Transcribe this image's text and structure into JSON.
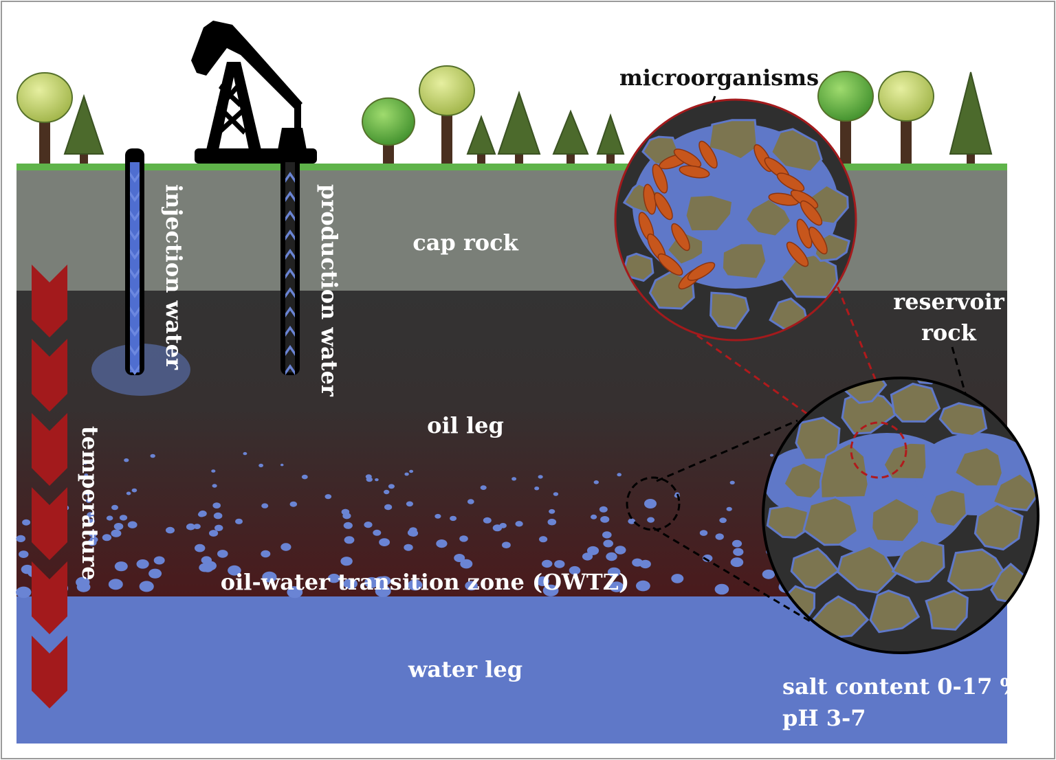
{
  "labels": {
    "microorganisms": "microorganisms",
    "injection_water": "injection water",
    "production_water": "production water",
    "cap_rock": "cap rock",
    "reservoir_rock_line1": "reservoir",
    "reservoir_rock_line2": "rock",
    "oil_leg": "oil leg",
    "temperature": "temperature",
    "owtz": "oil-water transition zone (OWTZ)",
    "water_leg": "water leg",
    "salt_content": "salt content 0-17 %",
    "ph": "pH 3-7"
  },
  "colors": {
    "grass": "#5fb34a",
    "cap_rock": "#7a7f78",
    "oil": "#333333",
    "owtz": "#4a1c1e",
    "water": "#5f78c8",
    "grain": "#7c7550",
    "bacteria": "#c7561c",
    "arrow": "#a31a1c",
    "tree_trunk": "#4a3020",
    "label": "#ffffff",
    "label_dark": "#111111"
  },
  "icons": {
    "pumpjack": "pumpjack-icon",
    "tree": "tree-icon"
  }
}
